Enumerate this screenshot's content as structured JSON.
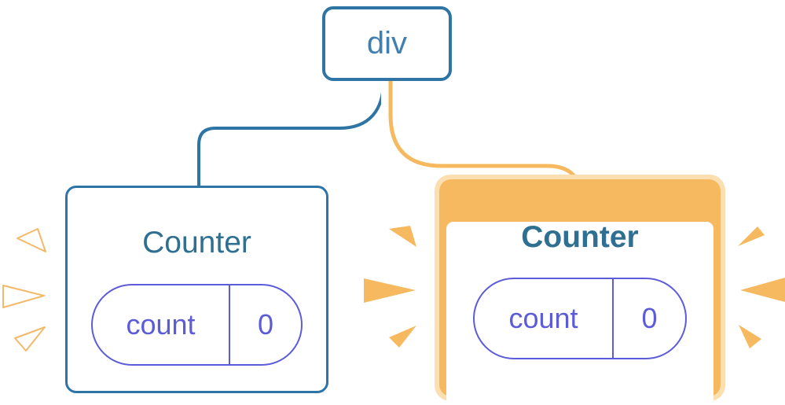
{
  "root_node": {
    "label": "div"
  },
  "cards": [
    {
      "title": "Counter",
      "state_key": "count",
      "state_value": "0",
      "highlighted": false
    },
    {
      "title": "Counter",
      "state_key": "count",
      "state_value": "0",
      "highlighted": true
    }
  ],
  "colors": {
    "tree_blue": "#2E74A4",
    "root_label_blue": "#4080B0",
    "title_teal": "#2F7092",
    "state_indigo": "#5C5CDA",
    "highlight_orange": "#F6B95F",
    "highlight_orange_light": "#FBDFB0",
    "card_background": "#FFFFFF"
  }
}
